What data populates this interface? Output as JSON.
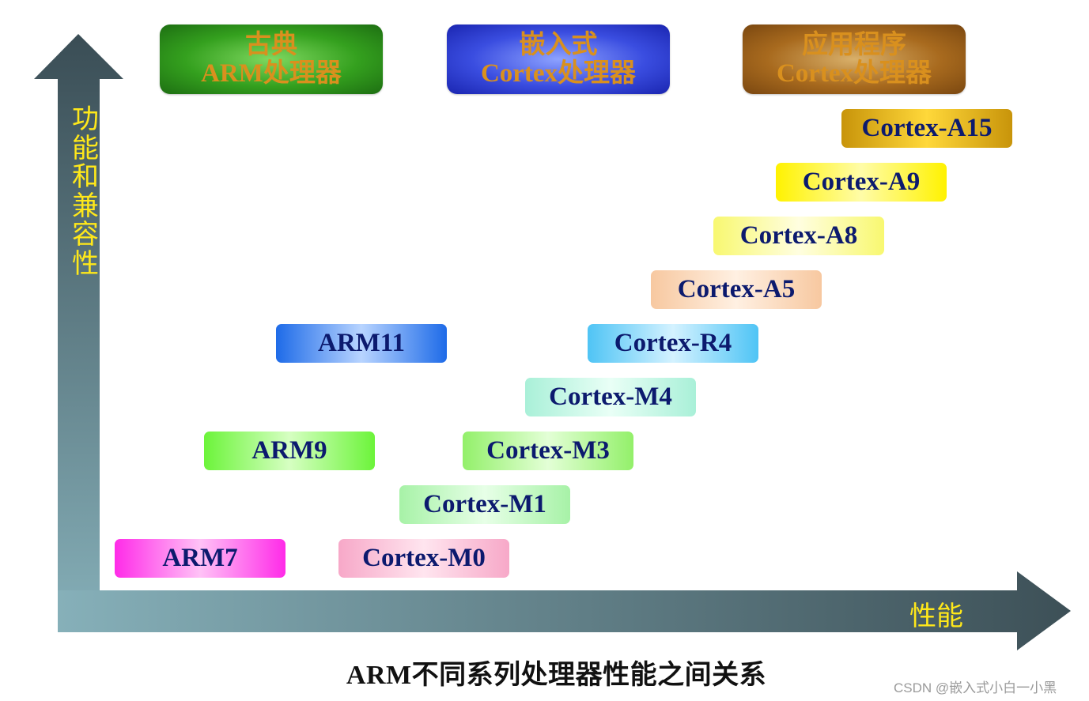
{
  "axes": {
    "y_label": "功能和兼容性",
    "x_label": "性能",
    "color_top": "#3a4d55",
    "color_corner": "#86b0b9",
    "color_right": "#3d5057",
    "label_color": "#ffe81a"
  },
  "header_boxes": [
    {
      "line1": "古典",
      "line2": "ARM处理器",
      "color": "#2a8a18"
    },
    {
      "line1": "嵌入式",
      "line2": "Cortex处理器",
      "color": "#2a3ad0"
    },
    {
      "line1": "应用程序",
      "line2": "Cortex处理器",
      "color": "#8a5514"
    }
  ],
  "chips": {
    "arm7": "ARM7",
    "arm9": "ARM9",
    "arm11": "ARM11",
    "cortex_m0": "Cortex-M0",
    "cortex_m1": "Cortex-M1",
    "cortex_m3": "Cortex-M3",
    "cortex_m4": "Cortex-M4",
    "cortex_r4": "Cortex-R4",
    "cortex_a5": "Cortex-A5",
    "cortex_a8": "Cortex-A8",
    "cortex_a9": "Cortex-A9",
    "cortex_a15": "Cortex-A15"
  },
  "caption": "ARM不同系列处理器性能之间关系",
  "watermark": "CSDN @嵌入式小白一小黑"
}
